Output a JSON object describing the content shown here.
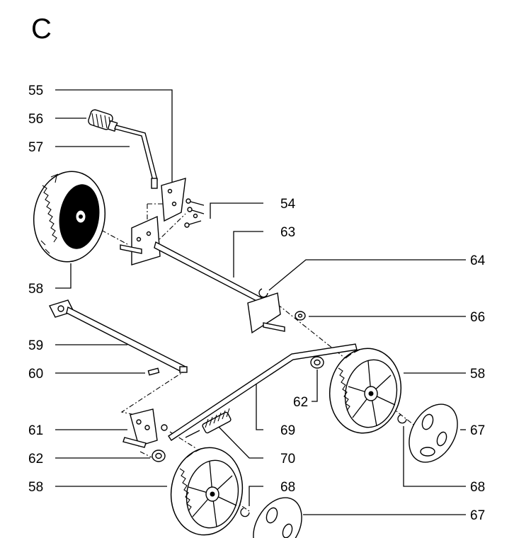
{
  "section_letter": "C",
  "labels": {
    "l55": "55",
    "l56": "56",
    "l57": "57",
    "l54": "54",
    "l63": "63",
    "l58a": "58",
    "l64": "64",
    "l66": "66",
    "l59": "59",
    "l58b": "58",
    "l60": "60",
    "l62a": "62",
    "l61": "61",
    "l69": "69",
    "l67a": "67",
    "l62b": "62",
    "l70": "70",
    "l58c": "58",
    "l68a": "68",
    "l68b": "68",
    "l67b": "67"
  }
}
